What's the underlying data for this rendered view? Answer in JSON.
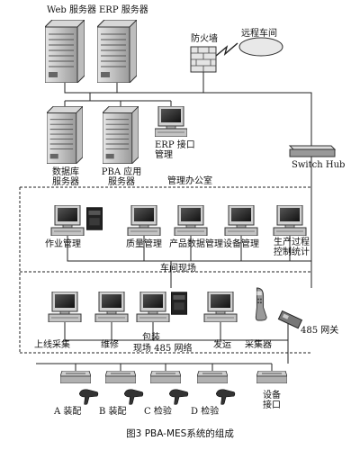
{
  "top": {
    "web_server": "Web 服务器",
    "erp_server": "ERP 服务器",
    "firewall": "防火墙",
    "remote_workshop": "远程车间"
  },
  "office": {
    "db_server": [
      "数据库",
      "服务器"
    ],
    "pba_server": [
      "PBA 应用",
      "服务器"
    ],
    "erp_interface": [
      "ERP 接口",
      "管理"
    ],
    "office_label": "管理办公室",
    "switch_hub": "Switch Hub"
  },
  "shopfloor": {
    "job_mgmt": "作业管理",
    "quality_mgmt": "质量管理",
    "product_data_mgmt": "产品数据管理",
    "equipment_mgmt": "设备管理",
    "process_control": [
      "生产过程",
      "控制统计"
    ],
    "area_label": "车间现场"
  },
  "field": {
    "online_collect": "上线采集",
    "repair": "维修",
    "packaging": "包装",
    "shipping": "发运",
    "collector": "采集器",
    "network_label": "现场 485 网络",
    "gateway": "485 网关"
  },
  "stations": {
    "a_assembly": "A 装配",
    "b_assembly": "B 装配",
    "c_inspect": "C 检验",
    "d_inspect": "D 检验",
    "device_interface": [
      "设备",
      "接口"
    ]
  },
  "caption": "图3 PBA-MES系统的组成"
}
